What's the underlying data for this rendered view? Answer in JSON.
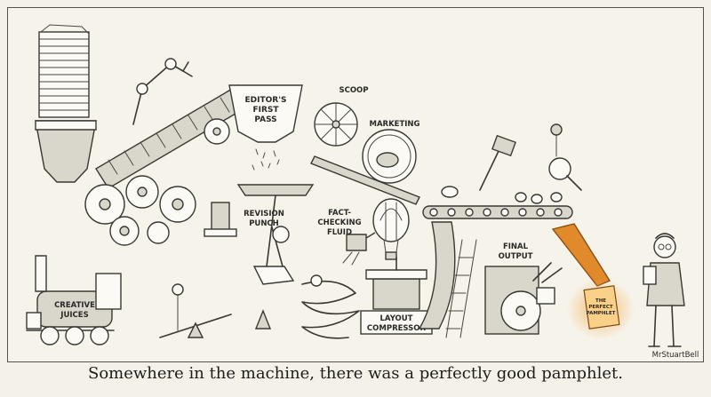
{
  "labels": {
    "editors_first_pass": [
      "EDITOR'S",
      "FIRST",
      "PASS"
    ],
    "scoop": "SCOOP",
    "marketing": "MARKETING",
    "revision_punch": [
      "REVISION",
      "PUNCH"
    ],
    "fact_checking_fluid": [
      "FACT-",
      "CHECKING",
      "FLUID"
    ],
    "final_output": [
      "FINAL",
      "OUTPUT"
    ],
    "creative_juices": [
      "CREATIVE",
      "JUICES"
    ],
    "layout_compressor": [
      "LAYOUT",
      "COMPRESSOR"
    ],
    "pamphlet": [
      "THE",
      "PERFECT",
      "PAMPHLET"
    ]
  },
  "signature": "MrStuartBell",
  "caption": "Somewhere in the machine, there was a perfectly good pamphlet.",
  "colors": {
    "paper": "#f6f3ea",
    "ink": "#3a3833",
    "highlight": "#f39a2a",
    "chute": "#e08a2c"
  }
}
